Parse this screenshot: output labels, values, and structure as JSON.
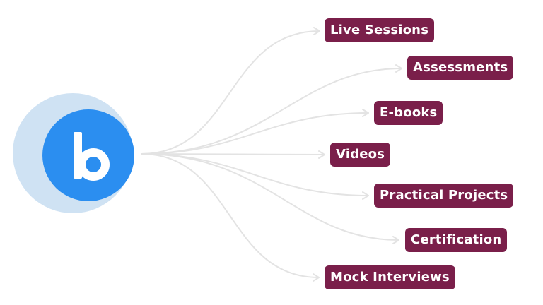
{
  "colors": {
    "accent": "#7a1f4a",
    "logo_blue": "#2b8ef0",
    "logo_halo": "#cfe2f3",
    "connector": "#e3e3e3"
  },
  "logo": {
    "icon": "b-logo-icon"
  },
  "features": [
    {
      "label": "Live Sessions"
    },
    {
      "label": "Assessments"
    },
    {
      "label": "E-books"
    },
    {
      "label": "Videos"
    },
    {
      "label": "Practical Projects"
    },
    {
      "label": "Certification"
    },
    {
      "label": "Mock Interviews"
    }
  ]
}
